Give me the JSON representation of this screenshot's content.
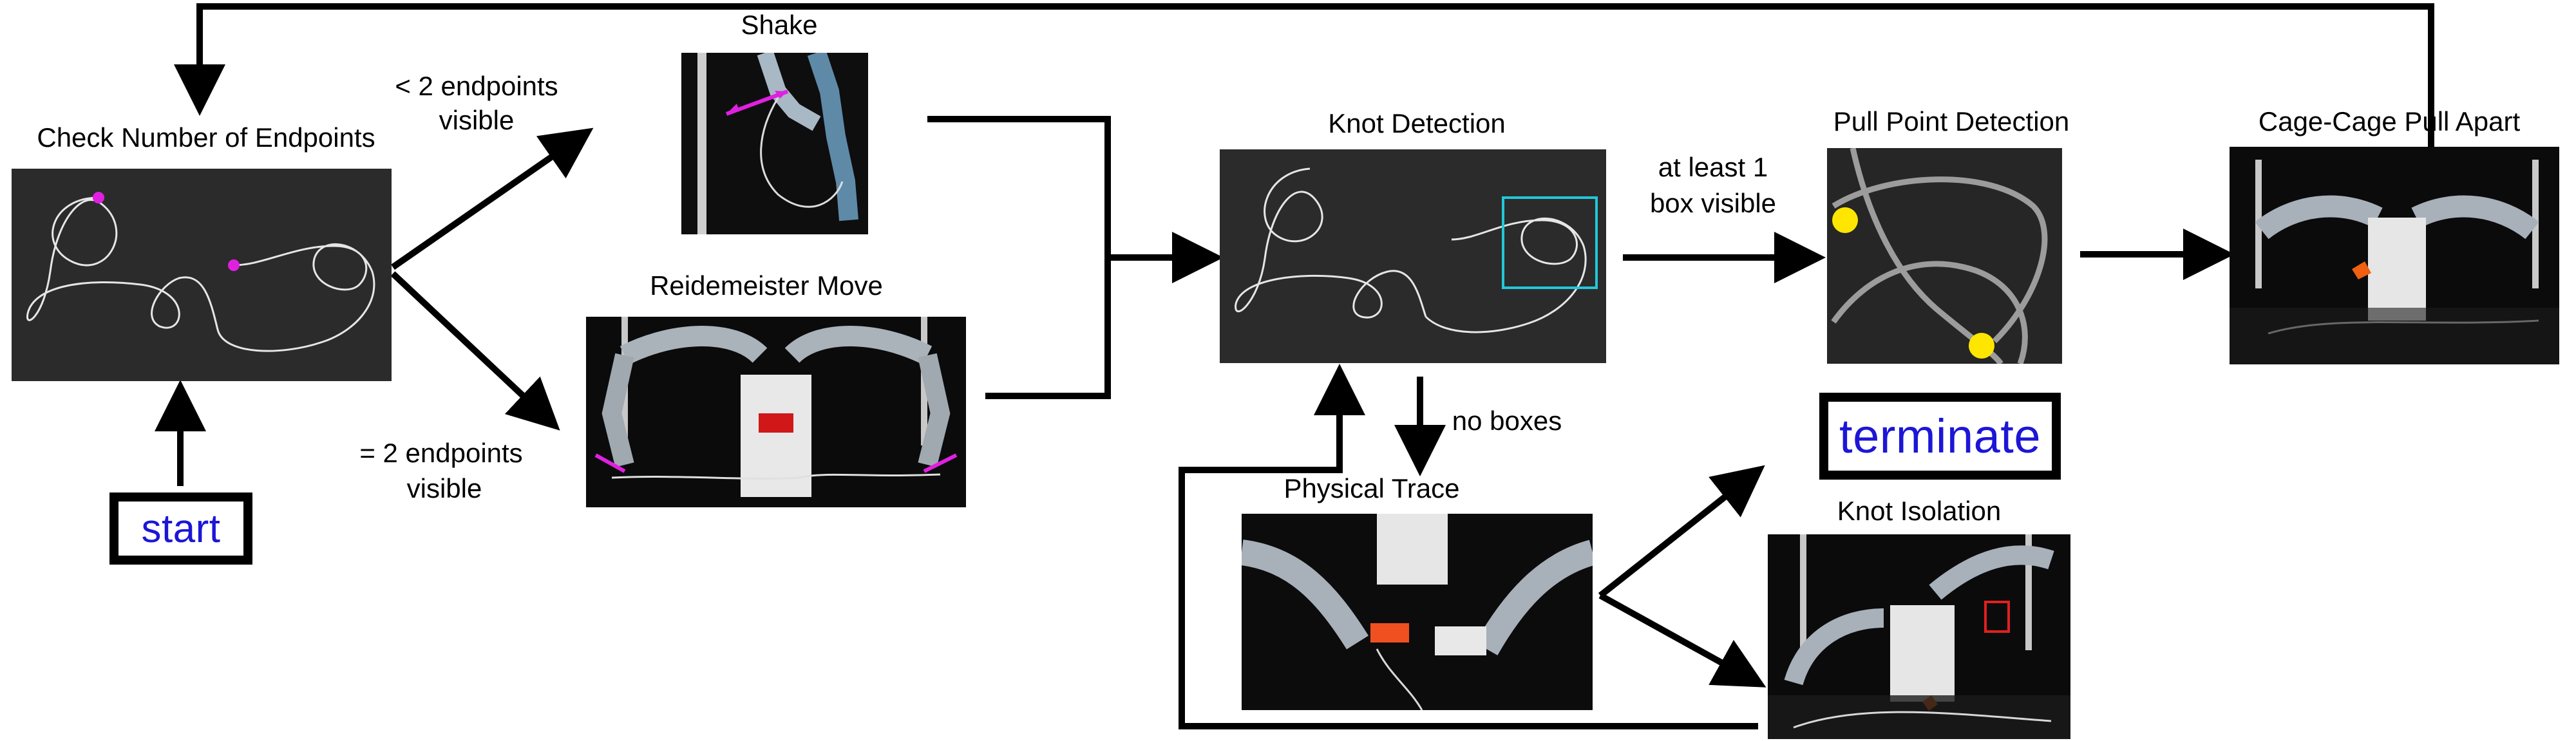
{
  "nodes": {
    "check_endpoints": {
      "title": "Check Number of Endpoints"
    },
    "shake": {
      "title": "Shake"
    },
    "reidemeister": {
      "title": "Reidemeister Move"
    },
    "knot_detection": {
      "title": "Knot Detection"
    },
    "pull_point": {
      "title": "Pull Point Detection"
    },
    "cage_cage": {
      "title": "Cage-Cage Pull Apart"
    },
    "physical_trace": {
      "title": "Physical Trace"
    },
    "knot_isolation": {
      "title": "Knot Isolation"
    },
    "start": {
      "label": "start"
    },
    "terminate": {
      "label": "terminate"
    }
  },
  "edges": {
    "lt2_line1": "< 2 endpoints",
    "lt2_line2": "visible",
    "eq2_line1": "= 2 endpoints",
    "eq2_line2": "visible",
    "box_line1": "at least 1",
    "box_line2": "box visible",
    "no_boxes": "no boxes"
  },
  "colors": {
    "start_text": "#1c16d6",
    "marker_magenta": "#e020e0",
    "detection_box": "#22c8d8",
    "pull_point_dot": "#ffe600",
    "isolation_box": "#e02020"
  }
}
